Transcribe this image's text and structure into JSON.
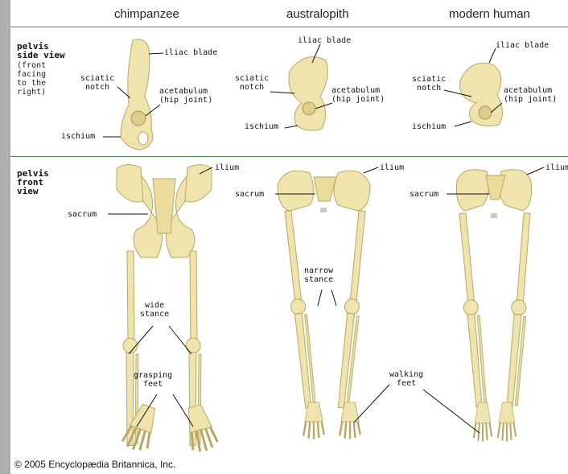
{
  "columns": [
    "chimpanzee",
    "australopith",
    "modern human"
  ],
  "rows": {
    "side": {
      "title_lines": [
        "pelvis",
        "side view"
      ],
      "subtitle_lines": [
        "(front",
        "facing",
        "to the",
        "right)"
      ]
    },
    "front": {
      "title_lines": [
        "pelvis",
        "front",
        "view"
      ]
    }
  },
  "labels": {
    "iliac_blade": "iliac blade",
    "sciatic_notch": [
      "sciatic",
      "notch"
    ],
    "acetabulum": "acetabulum",
    "hip_joint": "(hip joint)",
    "ischium": "ischium",
    "ilium": "ilium",
    "sacrum": "sacrum",
    "wide_stance": [
      "wide",
      "stance"
    ],
    "grasping_feet": [
      "grasping",
      "feet"
    ],
    "narrow_stance": [
      "narrow",
      "stance"
    ],
    "walking_feet": [
      "walking",
      "feet"
    ]
  },
  "copyright": "© 2005 Encyclopædia Britannica, Inc.",
  "colors": {
    "bone": "#efe4ad",
    "bone_shadow": "#d6c57c",
    "divider": "#4a8a4a",
    "sidebar": "#aeaeae"
  }
}
